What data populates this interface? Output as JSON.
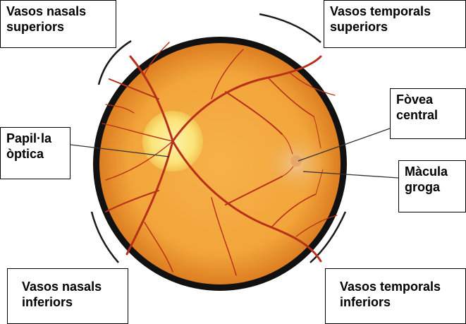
{
  "labels": {
    "nasal_superior": {
      "line1": "Vasos nasals",
      "line2": "superiors"
    },
    "temporal_superior": {
      "line1": "Vasos temporals",
      "line2": "superiors"
    },
    "optic_disc": {
      "line1": "Papil·la",
      "line2": "òptica"
    },
    "fovea": {
      "line1": "Fòvea",
      "line2": "central"
    },
    "macula": {
      "line1": "Màcula",
      "line2": "groga"
    },
    "nasal_inferior": {
      "line1": "Vasos nasals",
      "line2": "inferiors"
    },
    "temporal_inferior": {
      "line1": "Vasos temporals",
      "line2": "inferiors"
    }
  },
  "colors": {
    "retina": "#f2a53a",
    "retina_edge": "#d9741c",
    "vessel": "#b8301a",
    "optic_disc": "#fbe47a",
    "macula": "#e9b77a",
    "rim": "#111111"
  }
}
